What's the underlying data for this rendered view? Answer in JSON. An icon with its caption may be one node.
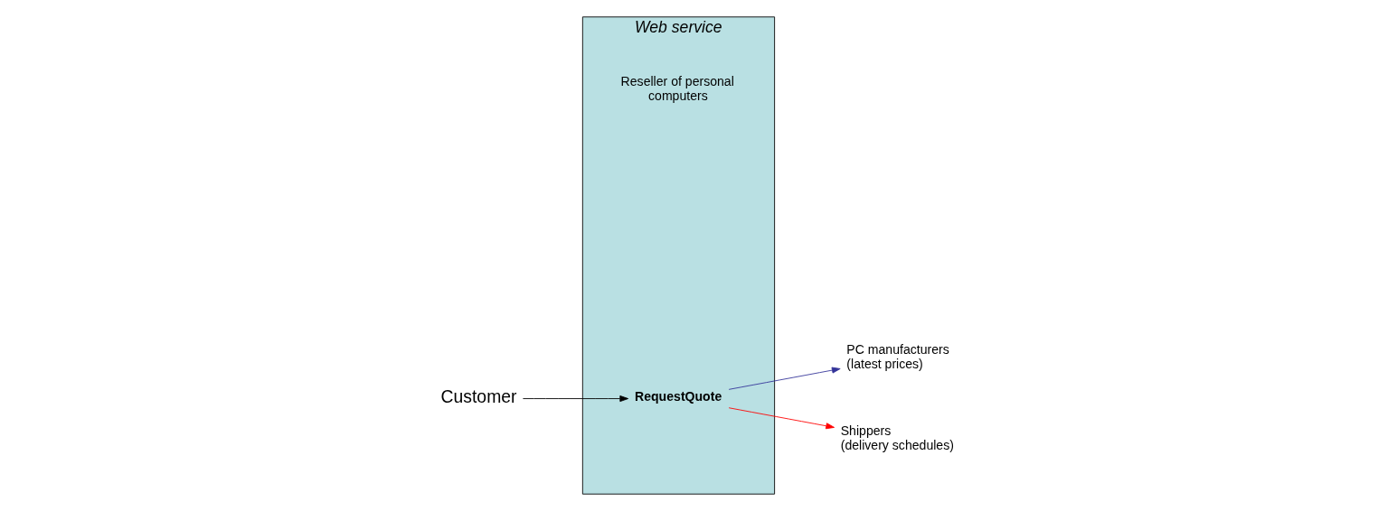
{
  "diagram": {
    "nodes": [
      {
        "text": [
          "Web service"
        ],
        "beside": [
          "Reseller of personal computers"
        ]
      },
      {
        "text": [
          "RequestQuote"
        ],
        "in": 0
      },
      {
        "text": [
          "Customer"
        ]
      },
      {
        "text": [
          "PC manufacturers (latest prices)"
        ]
      },
      {
        "text": [
          "Shippers (delivery schedules)"
        ]
      }
    ],
    "edges": [
      {
        "from": 2,
        "to": 1,
        "arrow": "to"
      },
      {
        "from": 1,
        "to": 3,
        "arrow": "to",
        "color": "#333399"
      },
      {
        "from": 1,
        "to": 4,
        "arrow": "to",
        "color": "#ff0000"
      }
    ]
  }
}
